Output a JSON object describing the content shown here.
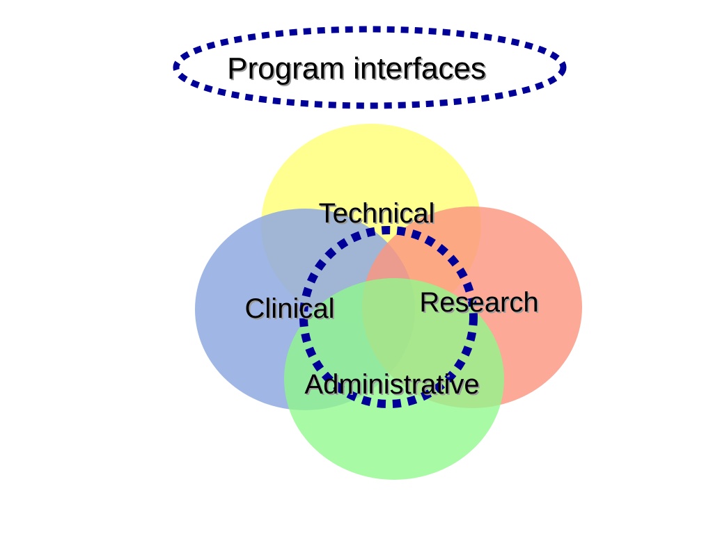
{
  "title": "Program interfaces",
  "circles": {
    "technical": {
      "label": "Technical",
      "color": "#ffff80"
    },
    "clinical": {
      "label": "Clinical",
      "color": "#8fa9e0"
    },
    "research": {
      "label": "Research",
      "color": "#fb9680"
    },
    "administrative": {
      "label": "Administrative",
      "color": "#8ff88c"
    }
  },
  "highlight_color": "#000099"
}
